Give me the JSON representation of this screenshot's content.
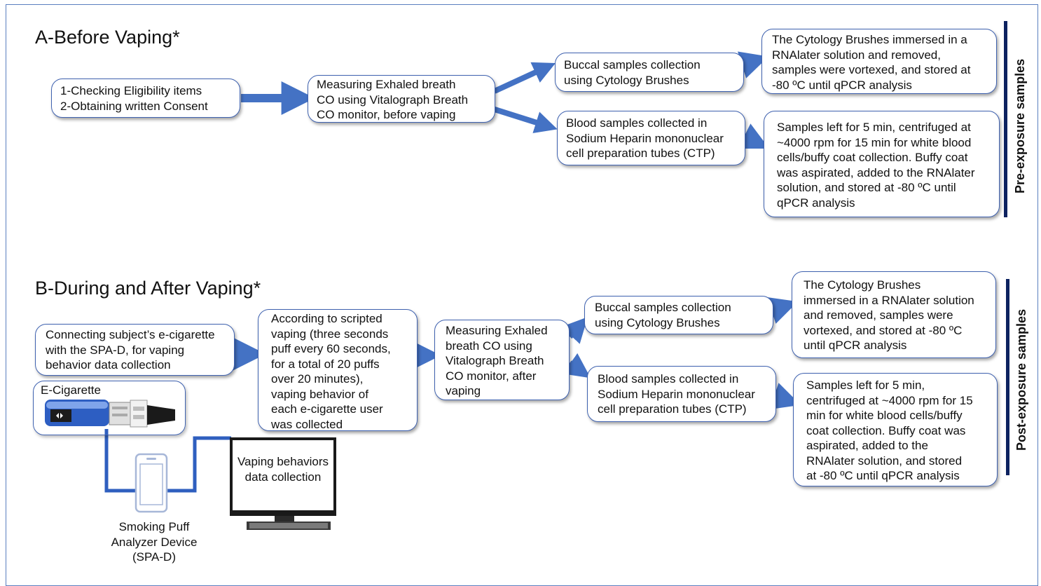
{
  "colors": {
    "arrow": "#4472c4",
    "border": "#3f62b0",
    "side_bar": "#0d2260",
    "cable": "#2f5fbf"
  },
  "section_a": {
    "title": "A-Before Vaping*",
    "side_label": "Pre-exposure samples",
    "eligibility": "1-Checking Eligibility items\n2-Obtaining written Consent",
    "measure_co": "Measuring Exhaled breath\nCO using Vitalograph Breath\nCO monitor, before vaping",
    "buccal": "Buccal samples collection\nusing Cytology Brushes",
    "buccal_storage": "The Cytology Brushes immersed in a\nRNAlater solution and removed,\nsamples were vortexed, and stored at\n-80 ºC until qPCR analysis",
    "blood": "Blood samples collected in\nSodium Heparin mononuclear\ncell preparation tubes (CTP)",
    "blood_processing": "Samples left for 5 min, centrifuged at\n~4000 rpm for 15 min  for white blood\ncells/buffy coat collection. Buffy coat\nwas aspirated, added to the RNAlater\nsolution, and stored at -80 ºC until\nqPCR analysis"
  },
  "section_b": {
    "title": "B-During and After Vaping*",
    "side_label": "Post-exposure samples",
    "connect": "Connecting subject’s e-cigarette\nwith the SPA-D, for vaping\nbehavior data collection",
    "scripted": "According to scripted\nvaping (three seconds\npuff every 60 seconds,\nfor a total of 20 puffs\nover 20 minutes),\nvaping behavior of\neach e-cigarette user\nwas collected",
    "measure_co": "Measuring Exhaled\nbreath CO using\nVitalograph Breath\nCO monitor, after\nvaping",
    "buccal": "Buccal samples collection\nusing Cytology Brushes",
    "buccal_storage": "The Cytology Brushes\nimmersed in a RNAlater solution\nand removed, samples were\nvortexed, and stored at -80 ºC\nuntil qPCR analysis",
    "blood": "Blood samples collected in\nSodium Heparin mononuclear\ncell preparation tubes (CTP)",
    "blood_processing": "Samples left for 5 min,\ncentrifuged at ~4000 rpm for 15\nmin  for white blood cells/buffy\ncoat collection. Buffy coat was\naspirated, added to the\nRNAlater solution, and stored\nat -80 ºC until qPCR analysis",
    "ecig_label": "E-Cigarette",
    "monitor_text": "Vaping behaviors\ndata collection",
    "device_label": "Smoking Puff\nAnalyzer Device\n(SPA-D)"
  }
}
